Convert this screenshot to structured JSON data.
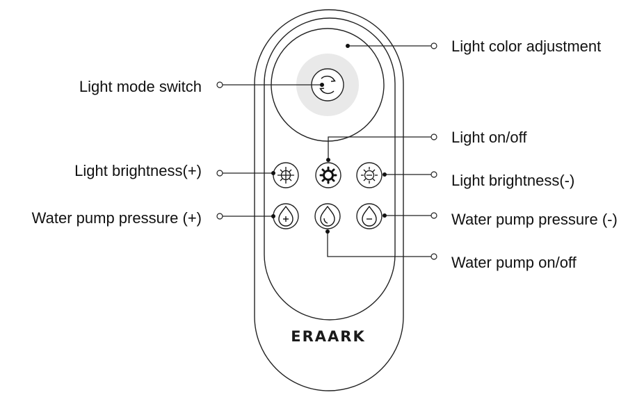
{
  "remote": {
    "brand": "ERAARK"
  },
  "labels": {
    "light_color_adjustment": "Light color adjustment",
    "light_mode_switch": "Light mode switch",
    "light_on_off": "Light on/off",
    "light_brightness_plus": "Light brightness(+)",
    "light_brightness_minus": "Light brightness(-)",
    "water_pump_pressure_plus": "Water pump pressure (+)",
    "water_pump_pressure_minus": "Water pump pressure (-)",
    "water_pump_on_off": "Water pump on/off"
  },
  "icons": {
    "light_mode_switch": "circular-arrows-icon",
    "light_on_off": "sun-icon",
    "light_brightness_plus": "sun-plus-icon",
    "light_brightness_minus": "sun-minus-icon",
    "water_pump_pressure_plus": "water-drop-plus-icon",
    "water_pump_on_off": "water-drop-icon",
    "water_pump_pressure_minus": "water-drop-minus-icon"
  }
}
